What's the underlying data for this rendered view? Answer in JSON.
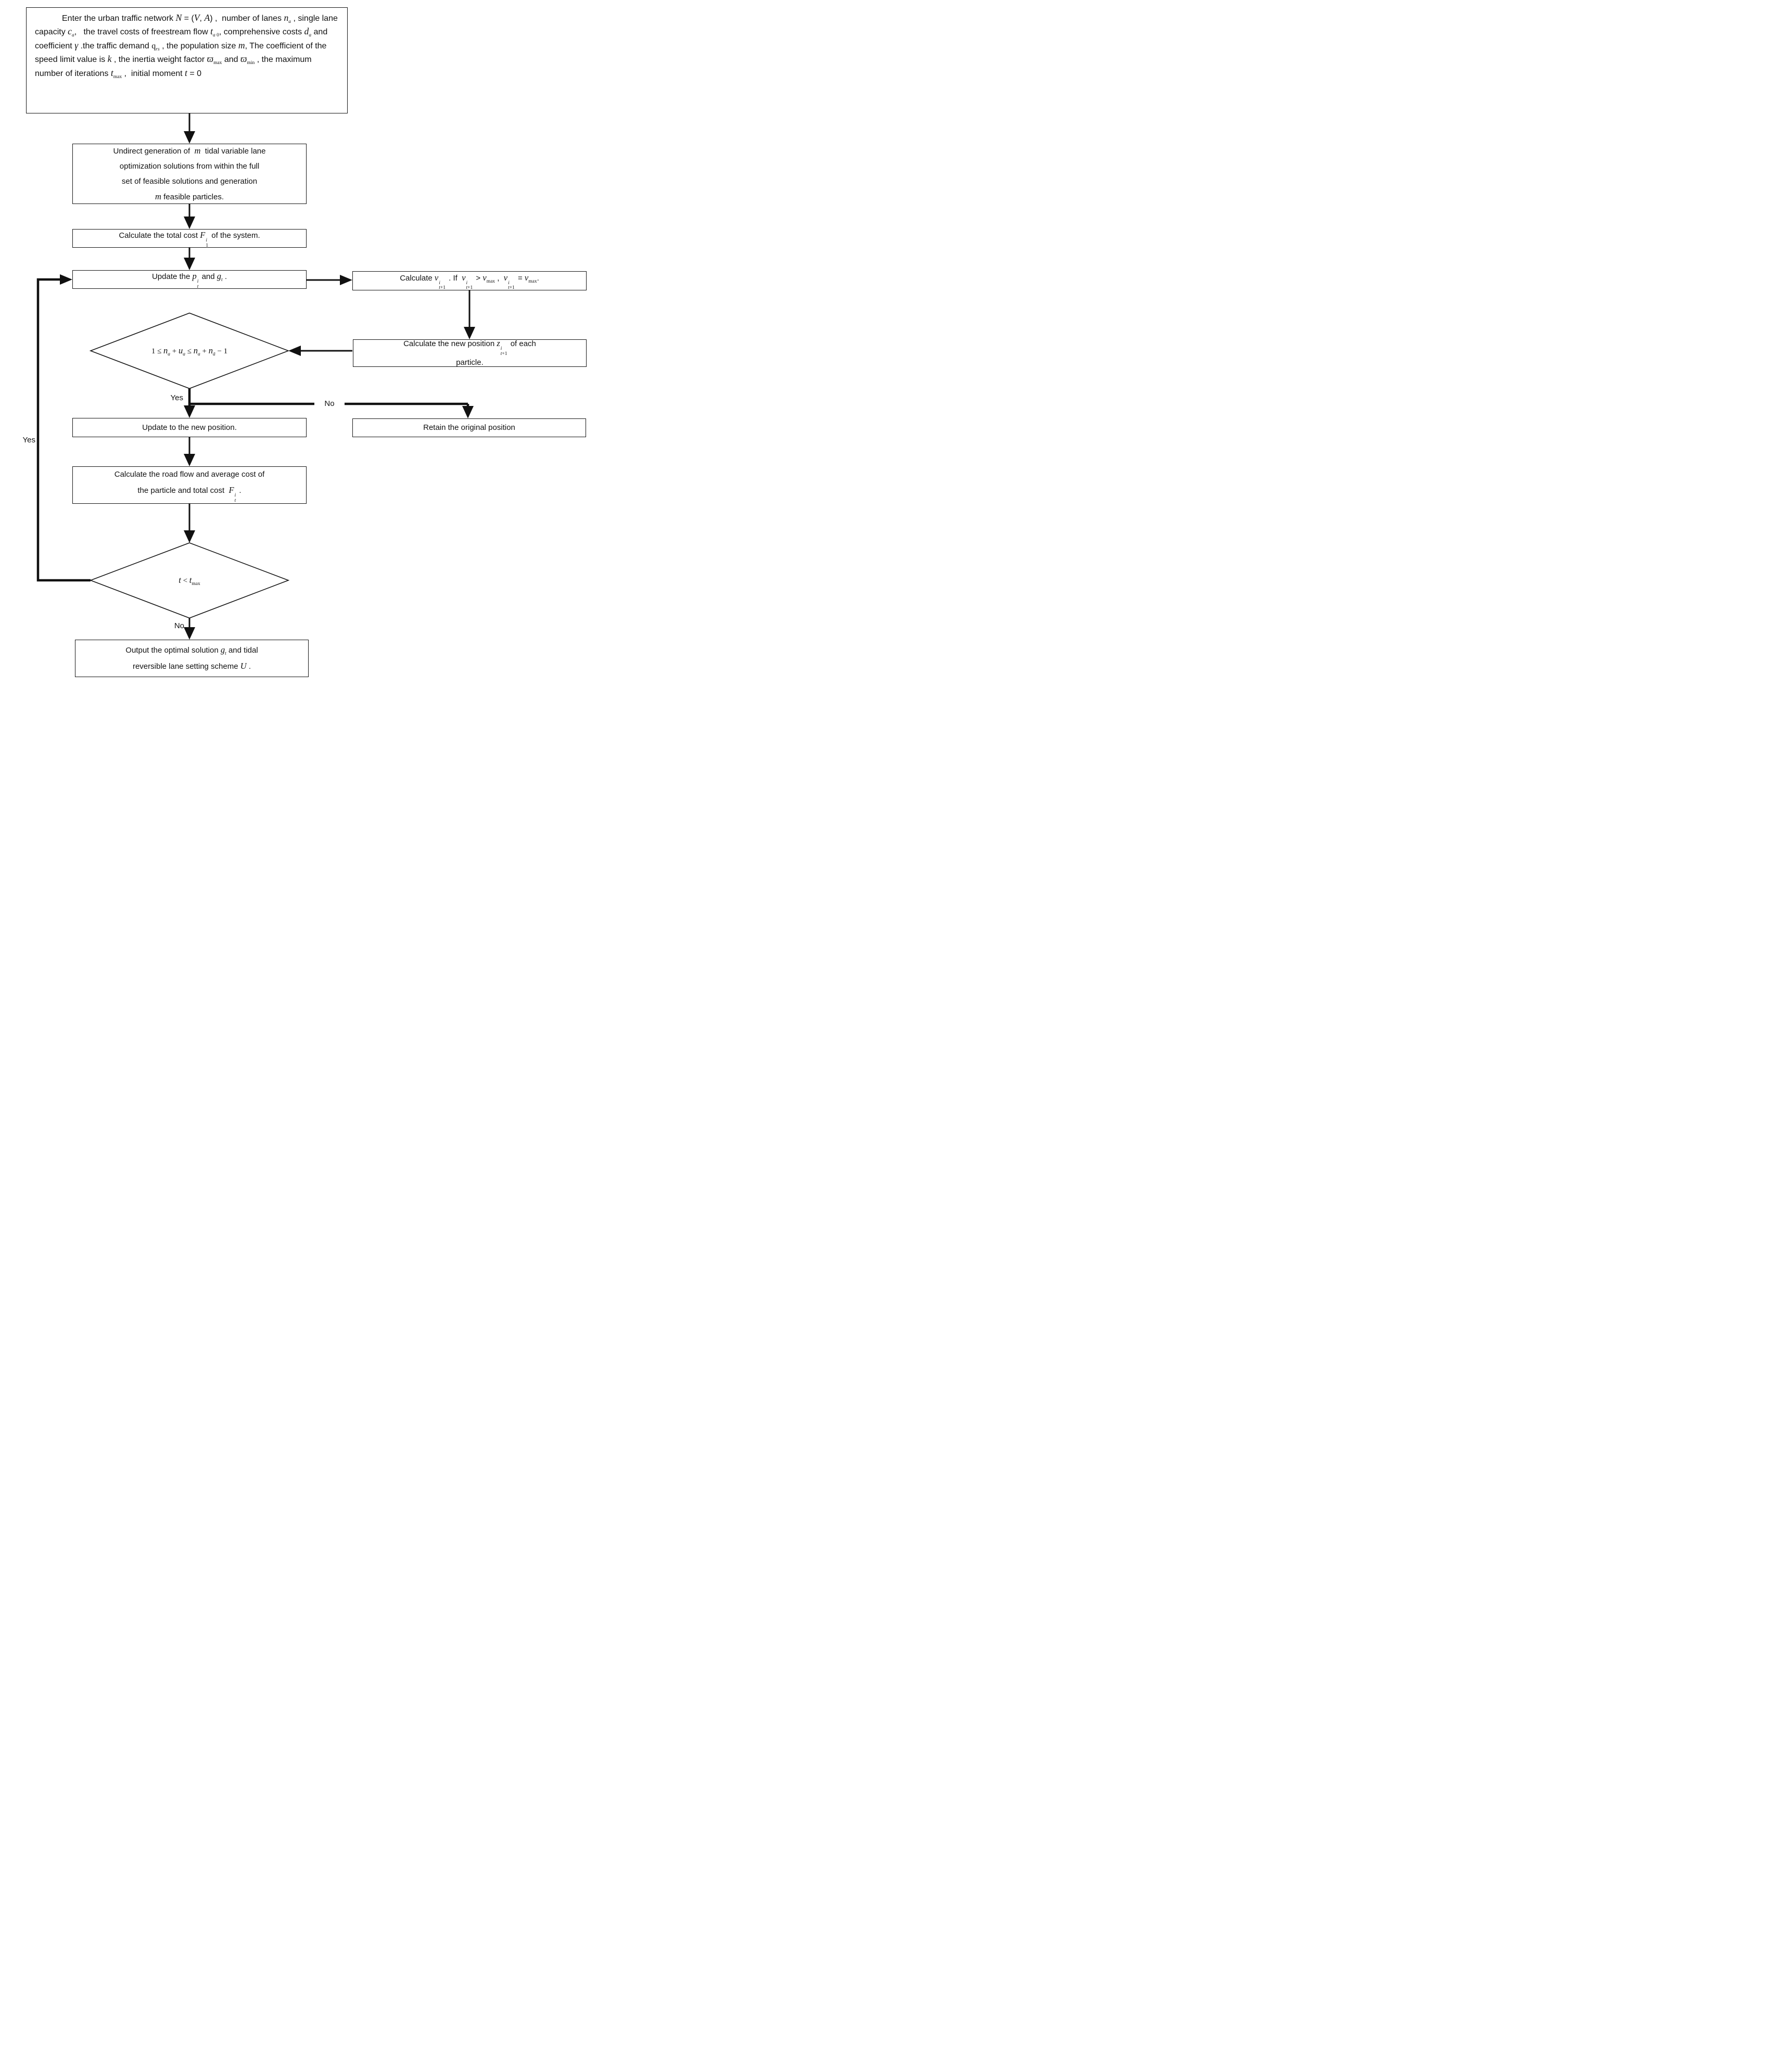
{
  "diagram": {
    "colors": {
      "ink": "#111111",
      "background": "#ffffff"
    },
    "nodes": {
      "start": {
        "html": "Enter the urban traffic network <em class=\"v\">N</em> = (<em class=\"v\">V</em>, <em class=\"v\">A</em>) ,&nbsp; number of lanes <em class=\"v\">n</em><sub><em>a</em></sub> , single lane capacity <em class=\"v\">c</em><sub><em>a</em></sub>,&nbsp;&nbsp; the travel costs of freestream flow <em class=\"v\">t</em><sub><em>a</em> 0</sub>, comprehensive costs <em class=\"v\">d</em><sub><em>a</em></sub> and coefficient <em class=\"v\">γ</em> .the traffic demand <span class=\"rm\">q</span><sub><em>rs</em></sub> , the population size <em class=\"v\">m</em>, The coefficient of the speed limit value is <em class=\"v\">k</em> , the inertia weight factor <em class=\"v\">ϖ</em><sub>max</sub> and <em class=\"v\">ϖ</em><sub>min</sub> , the maximum number of iterations <em class=\"v\">t</em><sub>max</sub> ,&nbsp; initial moment <em class=\"v\">t</em> = 0"
      },
      "generate": {
        "html": "Undirect generation of&nbsp; <em class=\"v\">m</em>&nbsp; tidal variable lane<br>optimization solutions from within the full<br>set of feasible solutions and generation<br><em class=\"v\">m</em> feasible particles."
      },
      "total_cost": {
        "html": "Calculate the total cost <em class=\"v\">F</em><span class=\"ss\"><span><em>i</em></span><span>1</span></span> of the system."
      },
      "update_pg": {
        "html": "Update the <em class=\"v\">p</em><span class=\"ss\"><span><em>i</em></span><span><em>t</em></span></span> and <em class=\"v\">g</em><sub><em>t</em></sub> ."
      },
      "calc_v": {
        "html": "Calculate <em class=\"v\">v</em><span class=\"ss\"><span><em>i</em></span><span><em>t</em>+1</span></span> . If&nbsp; <em class=\"v\">v</em><span class=\"ss\"><span><em>i</em></span><span><em>t</em>+1</span></span> &gt; <em class=\"v\">v</em><sub>max</sub> ,&nbsp; <em class=\"v\">v</em><span class=\"ss\"><span><em>i</em></span><span><em>t</em>+1</span></span> = <em class=\"v\">v</em><sub>max</sub>."
      },
      "calc_z": {
        "html": "Calculate the new position <em class=\"v\">z</em><span class=\"ss\"><span><em>i</em></span><span><em>t</em>+1</span></span> of each<br>particle."
      },
      "cond_lanes": {
        "html": "1 ≤ <em class=\"v\">n</em><sub><em>a</em></sub> + <em class=\"v\">u</em><sub><em>a</em></sub> ≤ <em class=\"v\">n</em><sub><em>a</em></sub> + <em class=\"v\">n</em><sub><em>ā</em></sub> − 1"
      },
      "update_pos": {
        "html": "Update to the new position."
      },
      "retain_pos": {
        "html": "Retain the original position"
      },
      "calc_flow": {
        "html": "Calculate the road flow and average cost of<br>the particle and total cost&nbsp; <em class=\"v\">F</em><span class=\"ss\"><span><em>i</em></span><span><em>t</em></span></span> ."
      },
      "cond_iter": {
        "html": "<em class=\"v\">t</em> &lt; <em class=\"v\">t</em><sub>max</sub>"
      },
      "output": {
        "html": "Output the optimal solution <em class=\"v\">g</em><sub><em>t</em></sub> and tidal<br>reversible lane setting scheme <em class=\"v\">U</em> ."
      }
    },
    "labels": {
      "yes_branch": "Yes",
      "no_branch": "No",
      "yes_loop": "Yes",
      "no_exit": "No"
    }
  }
}
